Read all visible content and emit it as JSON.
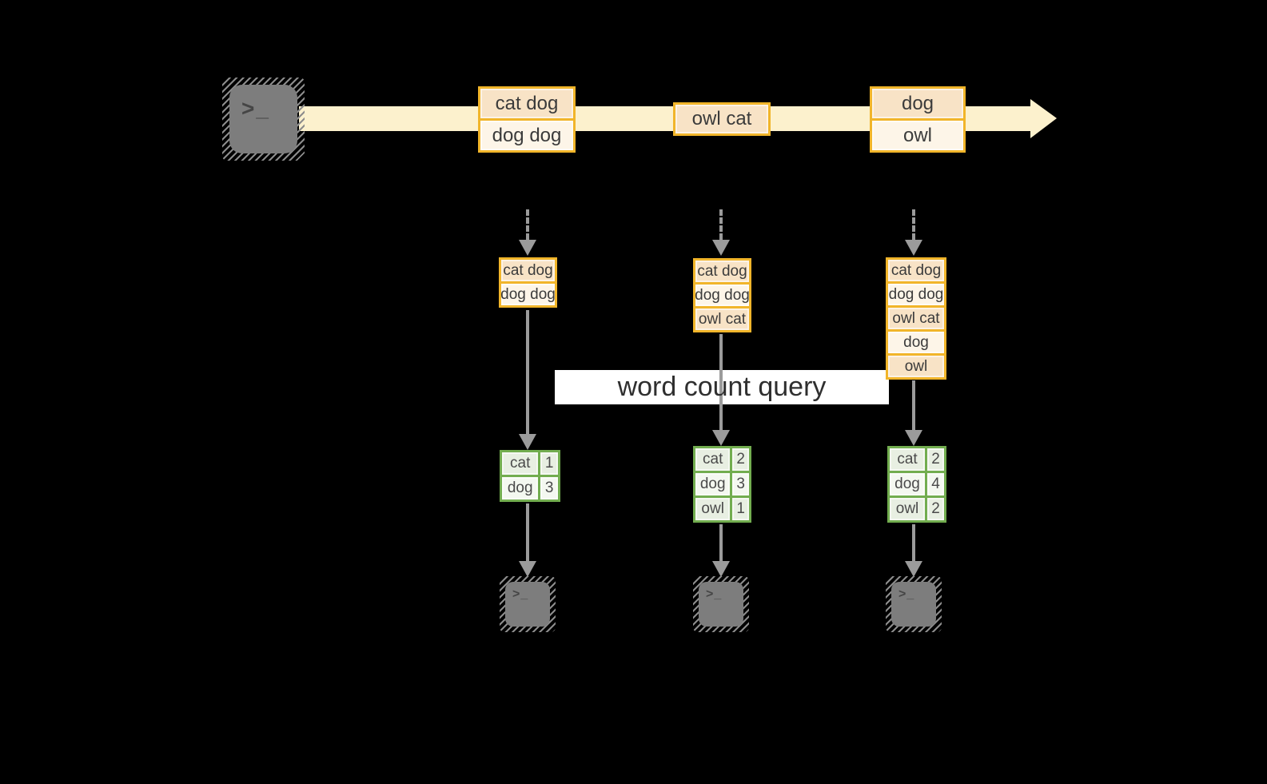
{
  "colors": {
    "background": "#000000",
    "stream_band": "#fcf1cd",
    "gold_border": "#f1b52a",
    "cell_peach": "#f8e3c6",
    "cell_cream": "#fdf5e8",
    "green_border": "#72ad4f",
    "green_cell_dark": "#e8efe2",
    "green_cell_light": "#f4f8f0",
    "arrow_gray": "#9b9b9b",
    "terminal_gray": "#7d7d7d",
    "label_background": "#ffffff",
    "text": "#3b3b3b"
  },
  "terminal_glyph": ">_",
  "stream_events": [
    {
      "lines": [
        "cat dog",
        "dog dog"
      ]
    },
    {
      "lines": [
        "owl cat"
      ]
    },
    {
      "lines": [
        "dog",
        "owl"
      ]
    }
  ],
  "windows": [
    {
      "items": [
        "cat dog",
        "dog dog"
      ]
    },
    {
      "items": [
        "cat dog",
        "dog dog",
        "owl cat"
      ]
    },
    {
      "items": [
        "cat dog",
        "dog dog",
        "owl cat",
        "dog",
        "owl"
      ]
    }
  ],
  "query_label": "word count query",
  "result_tables": [
    {
      "rows": [
        {
          "word": "cat",
          "count": "1"
        },
        {
          "word": "dog",
          "count": "3"
        }
      ]
    },
    {
      "rows": [
        {
          "word": "cat",
          "count": "2"
        },
        {
          "word": "dog",
          "count": "3"
        },
        {
          "word": "owl",
          "count": "1"
        }
      ]
    },
    {
      "rows": [
        {
          "word": "cat",
          "count": "2"
        },
        {
          "word": "dog",
          "count": "4"
        },
        {
          "word": "owl",
          "count": "2"
        }
      ]
    }
  ]
}
